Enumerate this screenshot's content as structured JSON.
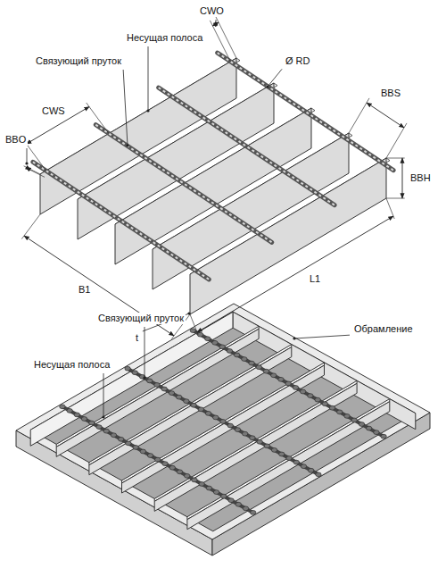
{
  "diagram": {
    "labels": [
      "CWO",
      "Несущая полоса",
      "Связующий пруток",
      "Ø RD",
      "CWS",
      "BBO",
      "BBS",
      "BBH",
      "L1",
      "B1",
      "t",
      "Связующий пруток",
      "Обрамление",
      "Несущая полоса"
    ]
  }
}
